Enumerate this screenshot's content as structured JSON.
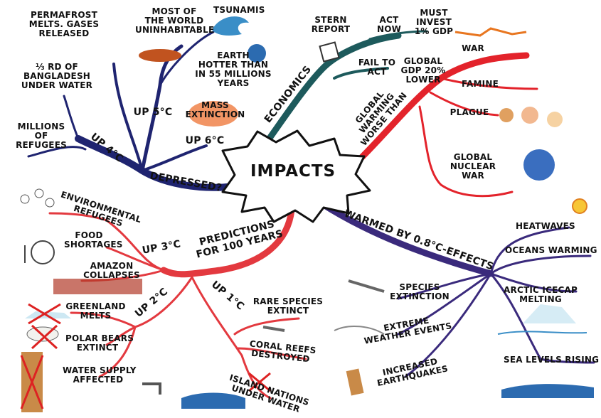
{
  "center": {
    "title": "IMPACTS"
  },
  "colors": {
    "navy": "#1f2470",
    "teal": "#1d5a5c",
    "red": "#e3232b",
    "purple": "#3a2a7c",
    "pink": "#e3393f"
  },
  "upper_left": {
    "branch4": "UP 4°C",
    "branch5": "UP 5°C",
    "branch6": "UP 6°C",
    "depressed": "DEPRESSED?",
    "permafrost": [
      "PERMAFROST",
      "MELTS. GASES",
      "RELEASED"
    ],
    "most_world": [
      "MOST OF",
      "THE WORLD",
      "UNINHABITABLE"
    ],
    "tsunamis": "TSUNAMIS",
    "earth_hotter": [
      "EARTH",
      "HOTTER THAN",
      "IN 55 MILLIONS",
      "YEARS"
    ],
    "mass_extinction": [
      "MASS",
      "EXTINCTION"
    ],
    "bangladesh": [
      "⅓ RD OF",
      "BANGLADESH",
      "UNDER WATER"
    ],
    "refugees": [
      "MILLIONS",
      "OF",
      "REFUGEES"
    ]
  },
  "upper_right": {
    "economics": "ECONOMICS",
    "stern": [
      "STERN",
      "REPORT"
    ],
    "act_now": [
      "ACT",
      "NOW"
    ],
    "must_invest": [
      "MUST",
      "INVEST",
      "1% GDP"
    ],
    "fail_to_act": [
      "FAIL TO",
      "ACT"
    ],
    "global_gdp": [
      "GLOBAL",
      "GDP 20%",
      "LOWER"
    ],
    "worse_than": [
      "GLOBAL",
      "WARMING",
      "WORSE THAN"
    ],
    "war": "WAR",
    "famine": "FAMINE",
    "plague": "PLAGUE",
    "nuclear": [
      "GLOBAL",
      "NUCLEAR",
      "WAR"
    ]
  },
  "lower_left": {
    "predictions": [
      "PREDICTIONS",
      "FOR 100 YEARS"
    ],
    "up3": "UP 3°C",
    "up2": "UP 2°C",
    "up1": "UP 1°C",
    "env_refugees": [
      "ENVIRONMENTAL",
      "REFUGEES"
    ],
    "food": [
      "FOOD",
      "SHORTAGES"
    ],
    "amazon": [
      "AMAZON",
      "COLLAPSES"
    ],
    "greenland": [
      "GREENLAND",
      "MELTS"
    ],
    "polar": [
      "POLAR BEARS",
      "EXTINCT"
    ],
    "water": [
      "WATER SUPPLY",
      "AFFECTED"
    ],
    "rare_species": [
      "RARE SPECIES",
      "EXTINCT"
    ],
    "coral": [
      "CORAL REEFS",
      "DESTROYED"
    ],
    "island": [
      "ISLAND NATIONS",
      "UNDER WATER"
    ]
  },
  "lower_right": {
    "warmed": "WARMED BY 0.8°C-EFFECTS",
    "heatwaves": "HEATWAVES",
    "oceans": "OCEANS WARMING",
    "arctic": [
      "ARCTIC ICECAP",
      "MELTING"
    ],
    "sea_levels": "SEA LEVELS RISING",
    "species": [
      "SPECIES",
      "EXTINCTION"
    ],
    "weather": [
      "EXTREME",
      "WEATHER EVENTS"
    ],
    "earthquakes": [
      "INCREASED",
      "EARTHQUAKES"
    ]
  }
}
